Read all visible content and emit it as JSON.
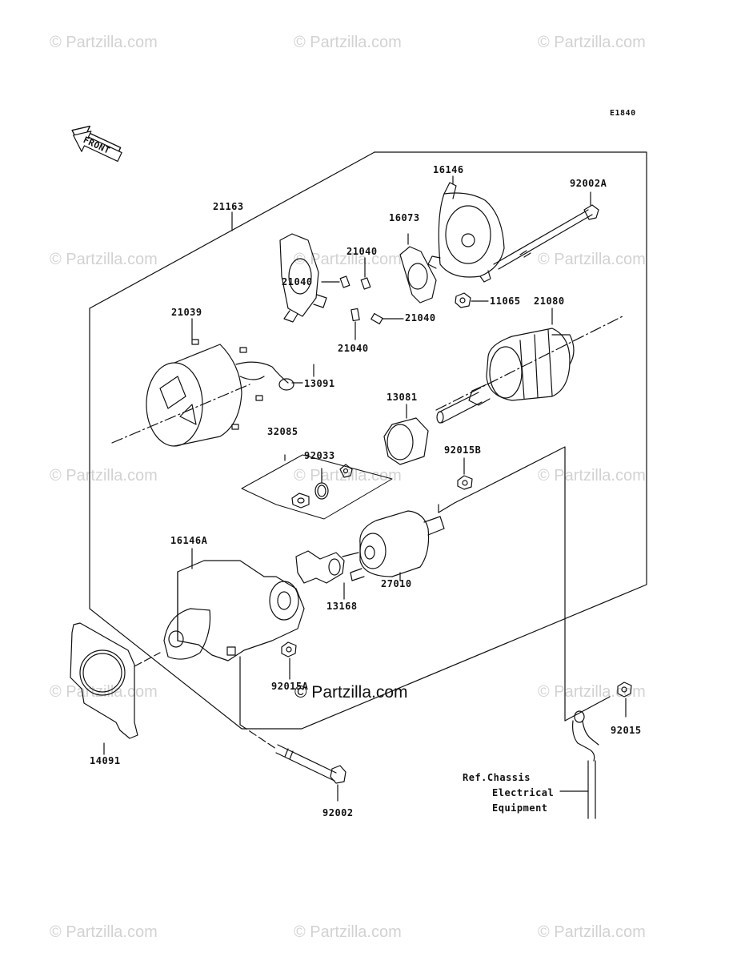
{
  "diagram_code": "E1840",
  "front_label": "FRONT",
  "watermark_text": "© Partzilla.com",
  "brand_text": "© Partzilla.com",
  "parts": {
    "p21163": "21163",
    "p16146": "16146",
    "p92002A": "92002A",
    "p16073": "16073",
    "p21040_a": "21040",
    "p21040_b": "21040",
    "p21040_c": "21040",
    "p21040_d": "21040",
    "p11065": "11065",
    "p21039": "21039",
    "p13091": "13091",
    "p21080": "21080",
    "p13081": "13081",
    "p32085": "32085",
    "p92033": "92033",
    "p92015B": "92015B",
    "p16146A": "16146A",
    "p27010": "27010",
    "p13168": "13168",
    "p92015A": "92015A",
    "p92015": "92015",
    "p14091": "14091",
    "p92002": "92002"
  },
  "reference": {
    "line1": "Ref.Chassis",
    "line2": "Electrical",
    "line3": "Equipment"
  }
}
